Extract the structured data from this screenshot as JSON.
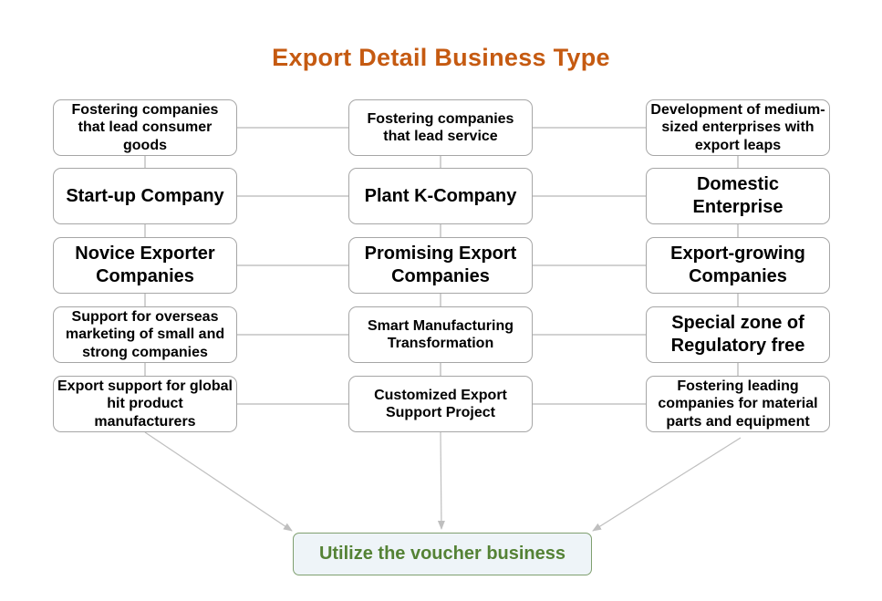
{
  "title": "Export Detail Business Type",
  "columns": [
    {
      "items": [
        {
          "label": "Fostering companies that lead consumer goods",
          "size": "small"
        },
        {
          "label": "Start-up Company",
          "size": "large"
        },
        {
          "label": "Novice Exporter Companies",
          "size": "large"
        },
        {
          "label": "Support for overseas marketing of small and strong companies",
          "size": "small"
        },
        {
          "label": "Export support for global hit product manufacturers",
          "size": "small"
        }
      ]
    },
    {
      "items": [
        {
          "label": "Fostering companies that lead service",
          "size": "small"
        },
        {
          "label": "Plant K-Company",
          "size": "large"
        },
        {
          "label": "Promising Export Companies",
          "size": "large"
        },
        {
          "label": "Smart Manufacturing Transformation",
          "size": "small"
        },
        {
          "label": "Customized Export Support Project",
          "size": "small"
        }
      ]
    },
    {
      "items": [
        {
          "label": "Development of medium-sized enterprises with export leaps",
          "size": "small"
        },
        {
          "label": "Domestic Enterprise",
          "size": "large"
        },
        {
          "label": "Export-growing Companies",
          "size": "large"
        },
        {
          "label": "Special zone of Regulatory free",
          "size": "large"
        },
        {
          "label": "Fostering leading companies for material parts and equipment",
          "size": "small"
        }
      ]
    }
  ],
  "target": {
    "label": "Utilize the voucher business"
  },
  "colors": {
    "title": "#c55a11",
    "target_text": "#548235",
    "target_border": "#7f9f6f",
    "target_fill": "#eef4f8",
    "box_border": "#a6a6a6",
    "connector": "#a6a6a6",
    "arrow": "#bfbfbf"
  }
}
